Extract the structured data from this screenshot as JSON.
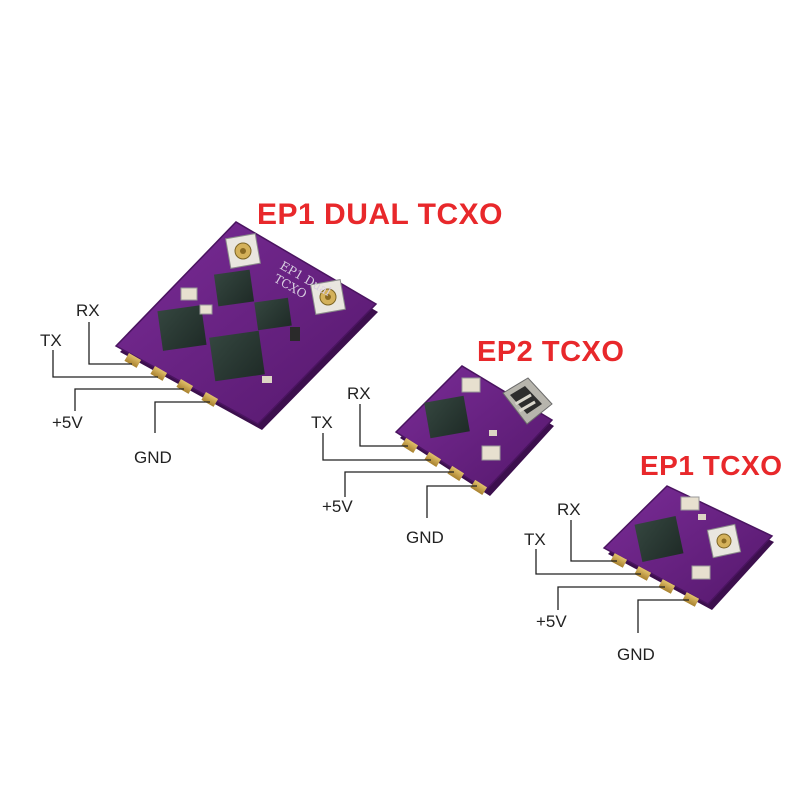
{
  "colors": {
    "title": "#e8282b",
    "pcb": "#6a2585",
    "pcb_dark": "#4f1766",
    "chip": "#2b3a34",
    "gold": "#c9a24a",
    "wire": "#222222"
  },
  "modules": [
    {
      "title": "EP1 DUAL TCXO",
      "silkscreen": [
        "EP1 Dual",
        "TCXO"
      ],
      "pins": {
        "rx": "RX",
        "tx": "TX",
        "v5": "+5V",
        "gnd": "GND"
      }
    },
    {
      "title": "EP2 TCXO",
      "pins": {
        "rx": "RX",
        "tx": "TX",
        "v5": "+5V",
        "gnd": "GND"
      }
    },
    {
      "title": "EP1 TCXO",
      "pins": {
        "rx": "RX",
        "tx": "TX",
        "v5": "+5V",
        "gnd": "GND"
      }
    }
  ]
}
